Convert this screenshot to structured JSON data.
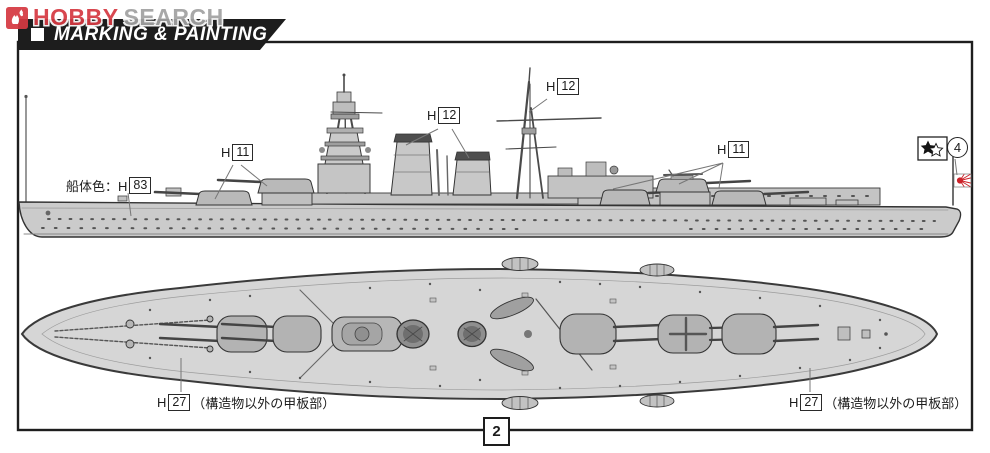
{
  "header": {
    "title": "MARKING & PAINTING"
  },
  "watermark": {
    "word1": "HOBBY",
    "word2": "SEARCH"
  },
  "page_number": "2",
  "callouts": {
    "hull_color": {
      "prefix": "船体色：H",
      "code": "83"
    },
    "turrets_left": {
      "prefix": "H",
      "code": "11"
    },
    "funnels": {
      "prefix": "H",
      "code": "12"
    },
    "mast": {
      "prefix": "H",
      "code": "12"
    },
    "turrets_right": {
      "prefix": "H",
      "code": "11"
    },
    "deck_left": {
      "prefix": "H",
      "code": "27",
      "suffix": "（構造物以外の甲板部）"
    },
    "deck_right": {
      "prefix": "H",
      "code": "27",
      "suffix": "（構造物以外の甲板部）"
    },
    "flag_marking": {
      "number": "4"
    }
  },
  "icons": {
    "logo": "hobby-search-flame-icon",
    "star_decal": "star-decal-icon",
    "flag": "rising-sun-flag-icon"
  },
  "colors": {
    "banner_bg": "#1d1d1d",
    "accent_red": "#d63a42",
    "watermark_gray": "#a2a2a2",
    "hull_gray": "#cbcbcb",
    "deck_gray": "#d6d6d6",
    "structure_gray": "#b9b9b9",
    "funnel_cap_dark": "#4e4e4e",
    "flag_red": "#cc2229",
    "line": "#333333"
  }
}
